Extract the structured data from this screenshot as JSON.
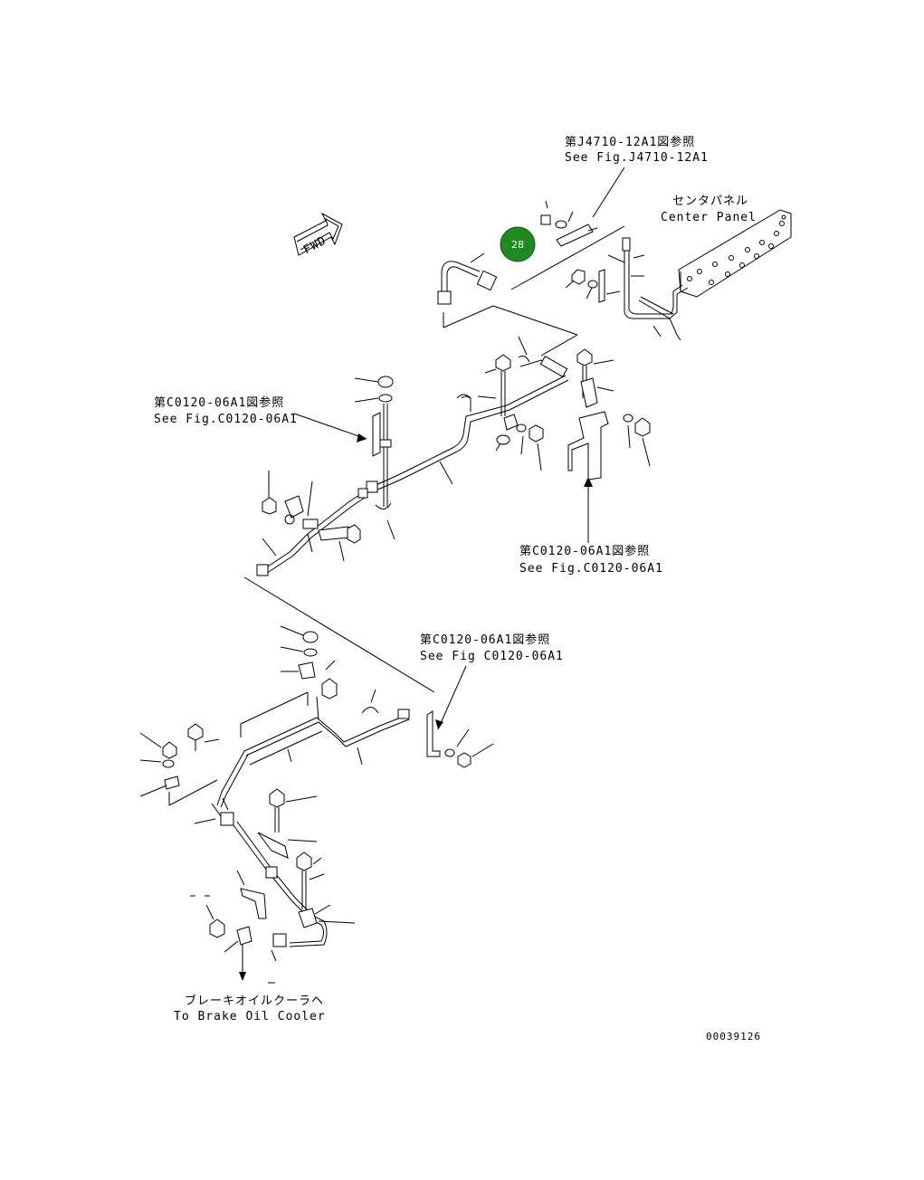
{
  "ref_top": {
    "jp": "第J4710-12A1図参照",
    "en": "See Fig.J4710-12A1"
  },
  "center_panel": {
    "jp": "センタパネル",
    "en": "Center Panel"
  },
  "fwd_label": "FWD",
  "callout": {
    "number": "28",
    "color": "#1f8a1f"
  },
  "ref_left": {
    "jp": "第C0120-06A1図参照",
    "en": "See Fig.C0120-06A1"
  },
  "ref_right": {
    "jp": "第C0120-06A1図参照",
    "en": "See Fig.C0120-06A1"
  },
  "ref_mid": {
    "jp": "第C0120-06A1図参照",
    "en": "See Fig C0120-06A1"
  },
  "brake_cooler": {
    "jp": "ブレーキオイルクーラヘ",
    "en": "To Brake Oil Cooler"
  },
  "drawing_number": "00039126"
}
